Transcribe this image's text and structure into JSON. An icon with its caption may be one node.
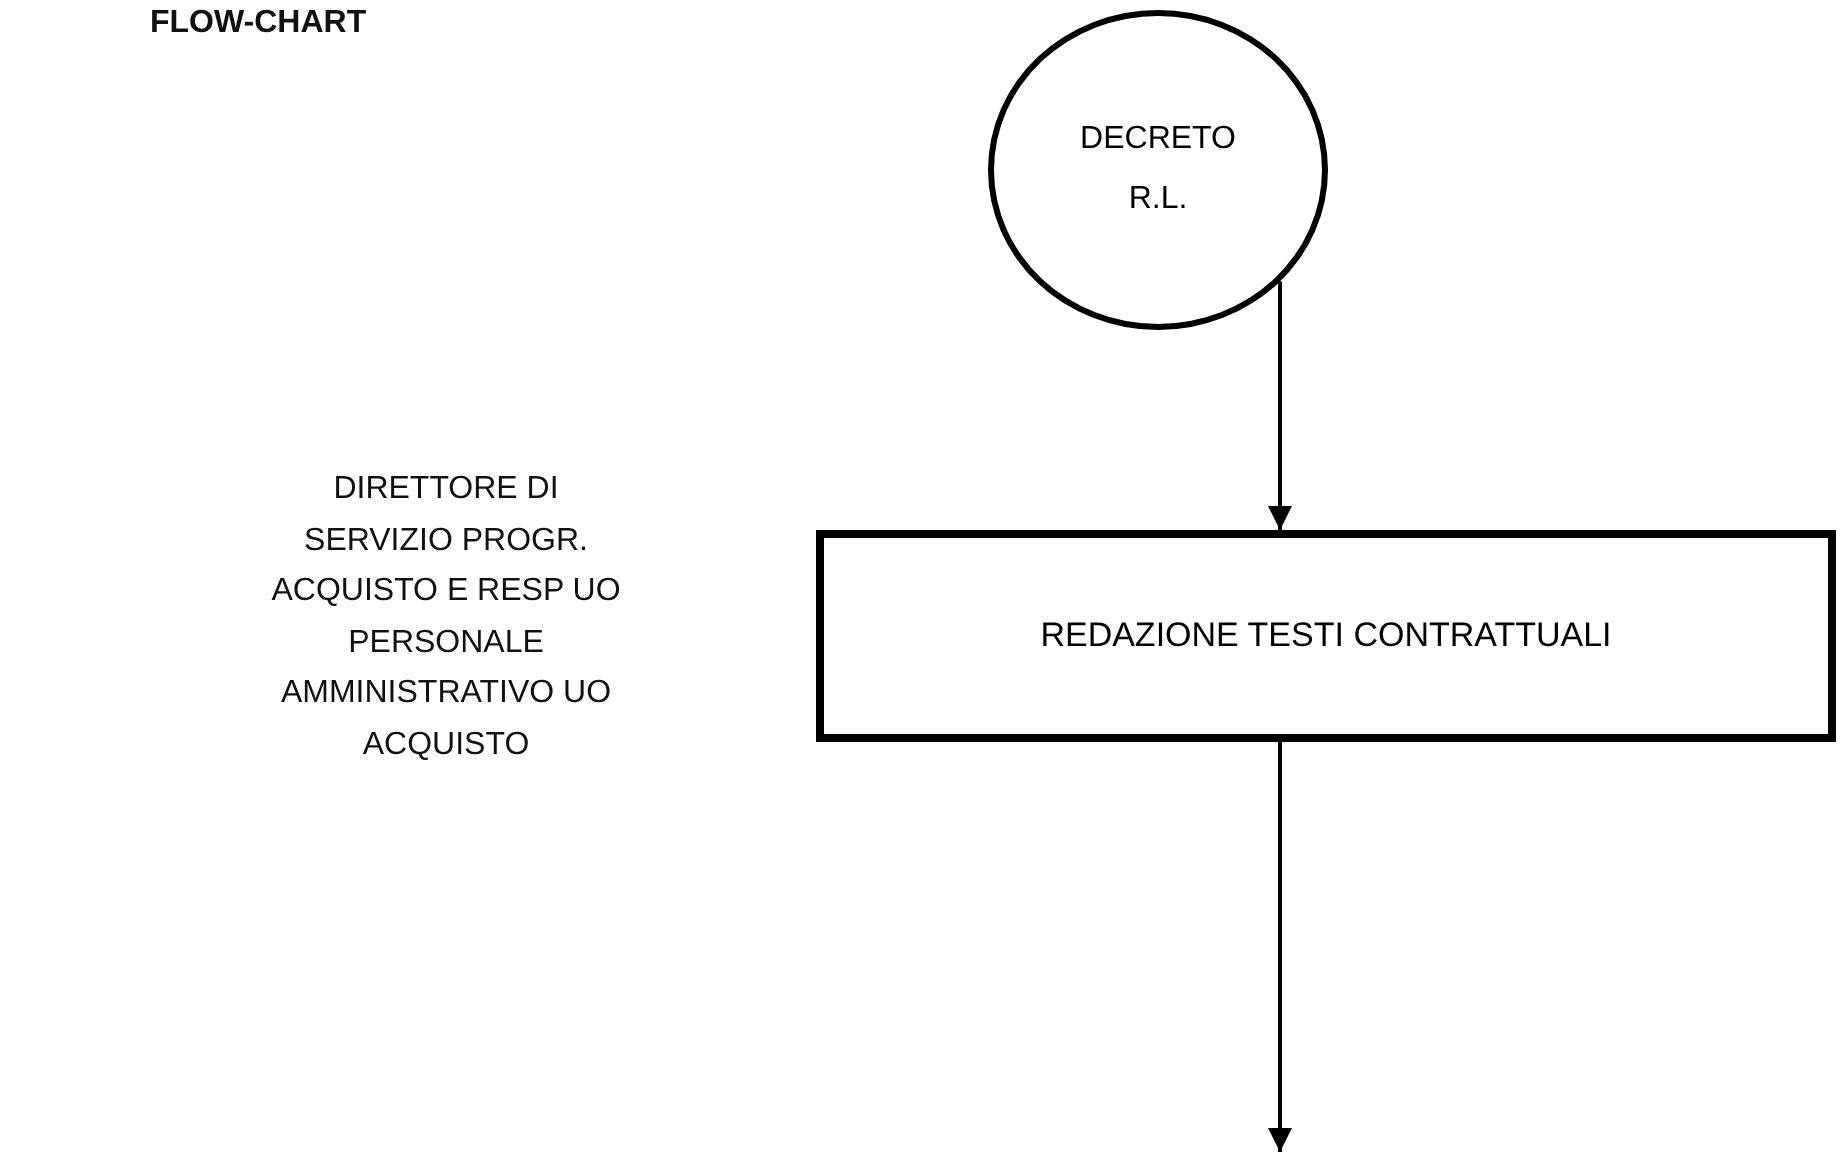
{
  "diagram": {
    "title": "FLOW-CHART",
    "nodes": [
      {
        "text": [
          "DECRETO R.L."
        ]
      },
      {
        "text": [
          "REDAZIONE TESTI CONTRATTUALI"
        ]
      }
    ],
    "edges": [
      {
        "from": 0,
        "to": 1,
        "arrow": "to"
      },
      {
        "from": 1,
        "to": null,
        "arrow": "to"
      }
    ],
    "labels": [
      "DIRETTORE DI SERVIZIO PROGR. ACQUISTO E RESP UO PERSONALE AMMINISTRATIVO UO ACQUISTO"
    ]
  }
}
